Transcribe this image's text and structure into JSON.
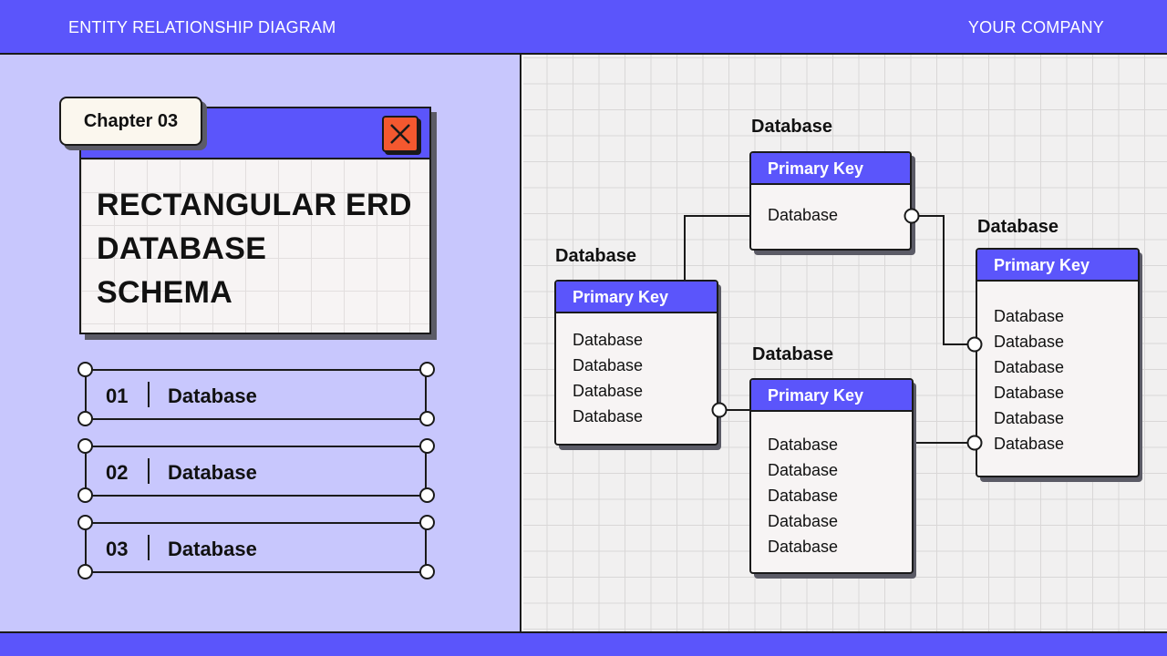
{
  "header": {
    "left_title": "ENTITY RELATIONSHIP DIAGRAM",
    "right_title": "YOUR COMPANY"
  },
  "title_window": {
    "chapter": "Chapter 03",
    "title_lines": [
      "RECTANGULAR ERD",
      "DATABASE",
      "SCHEMA"
    ],
    "close_icon": "close-x-icon"
  },
  "list": [
    {
      "num": "01",
      "label": "Database"
    },
    {
      "num": "02",
      "label": "Database"
    },
    {
      "num": "03",
      "label": "Database"
    }
  ],
  "diagram": {
    "tables": [
      {
        "id": "top",
        "label": "Database",
        "header": "Primary Key",
        "rows": [
          "Database"
        ]
      },
      {
        "id": "left",
        "label": "Database",
        "header": "Primary Key",
        "rows": [
          "Database",
          "Database",
          "Database",
          "Database"
        ]
      },
      {
        "id": "bottom",
        "label": "Database",
        "header": "Primary Key",
        "rows": [
          "Database",
          "Database",
          "Database",
          "Database",
          "Database"
        ]
      },
      {
        "id": "right",
        "label": "Database",
        "header": "Primary Key",
        "rows": [
          "Database",
          "Database",
          "Database",
          "Database",
          "Database",
          "Database"
        ]
      }
    ]
  },
  "colors": {
    "accent": "#5b55fb",
    "panel": "#c8c7fd",
    "close": "#f4582f",
    "ink": "#1a1a1a"
  }
}
